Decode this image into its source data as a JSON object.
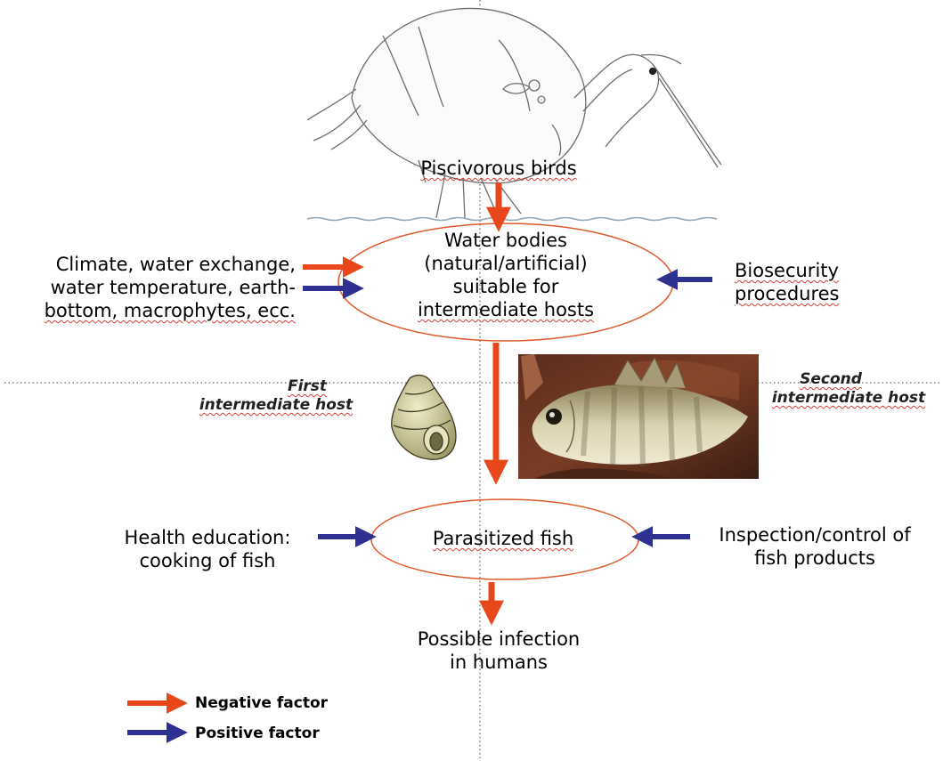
{
  "nodes": {
    "birds": "Piscivorous birds",
    "water_bodies": [
      "Water bodies",
      "(natural/artificial)",
      "suitable for",
      "intermediate hosts"
    ],
    "parasitized_fish": "Parasitized fish",
    "humans": [
      "Possible infection",
      "in humans"
    ]
  },
  "factors": {
    "climate": [
      "Climate, water exchange,",
      "water temperature, earth-",
      "bottom, macrophytes, ecc."
    ],
    "biosecurity": [
      "Biosecurity",
      "procedures"
    ],
    "health_education": [
      "Health education:",
      "cooking of fish"
    ],
    "inspection": [
      "Inspection/control of",
      "fish products"
    ]
  },
  "hosts": {
    "first": [
      "First",
      "intermediate host"
    ],
    "second": [
      "Second",
      "intermediate host"
    ]
  },
  "legend": {
    "negative": "Negative factor",
    "positive": "Positive factor"
  },
  "colors": {
    "negative": "#e8471b",
    "positive": "#2e3192",
    "ellipse": "#e05a2b",
    "water": "#8fa6b8"
  },
  "icons": {
    "bird": "heron-illustration",
    "snail": "snail-shell-illustration",
    "fish": "tilapia-photo"
  }
}
